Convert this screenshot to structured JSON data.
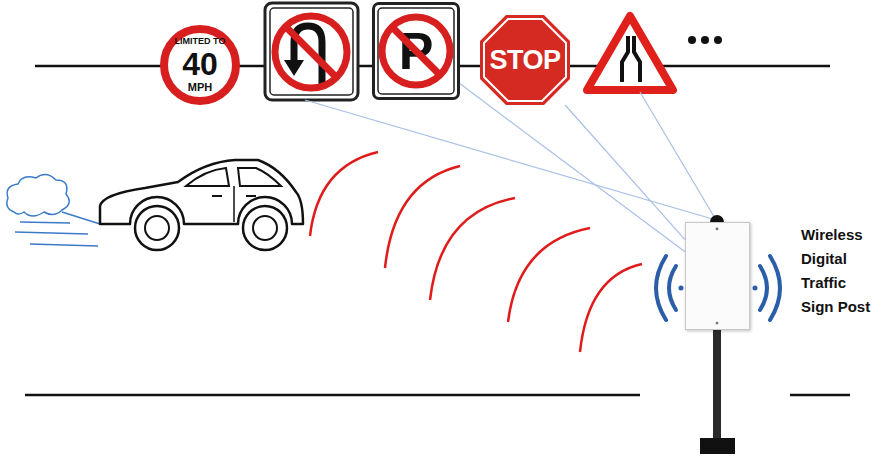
{
  "diagram": {
    "nodes": [
      {
        "text": [
          "LIMITED TO",
          "40",
          "MPH"
        ]
      },
      {
        "text": [
          "P"
        ]
      },
      {
        "text": [
          "STOP"
        ]
      },
      {
        "text": [
          "Wireless Digital Traffic Sign Post"
        ]
      }
    ],
    "edges": [
      {
        "from": 3,
        "to": 1,
        "arrow": "none"
      },
      {
        "from": 3,
        "to": 2,
        "arrow": "none"
      }
    ]
  }
}
